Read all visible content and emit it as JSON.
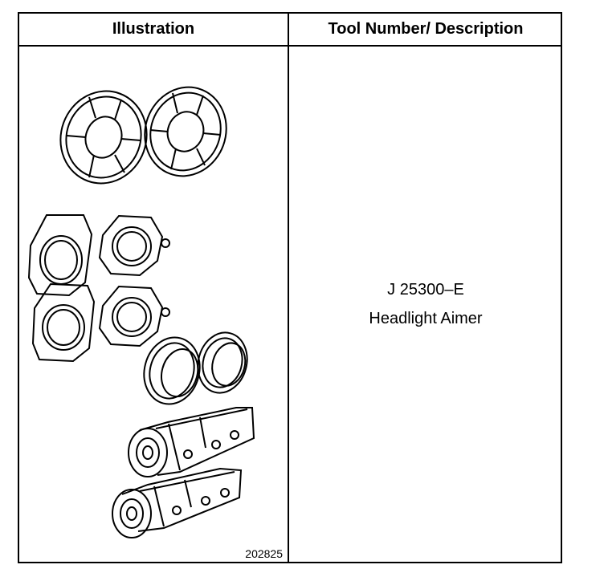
{
  "table": {
    "header_illustration": "Illustration",
    "header_tool": "Tool Number/ Description"
  },
  "tool": {
    "number": "J 25300–E",
    "description": "Headlight Aimer"
  },
  "figure_number": "202825",
  "illustration_icon": "headlight-aimer-kit-drawing"
}
